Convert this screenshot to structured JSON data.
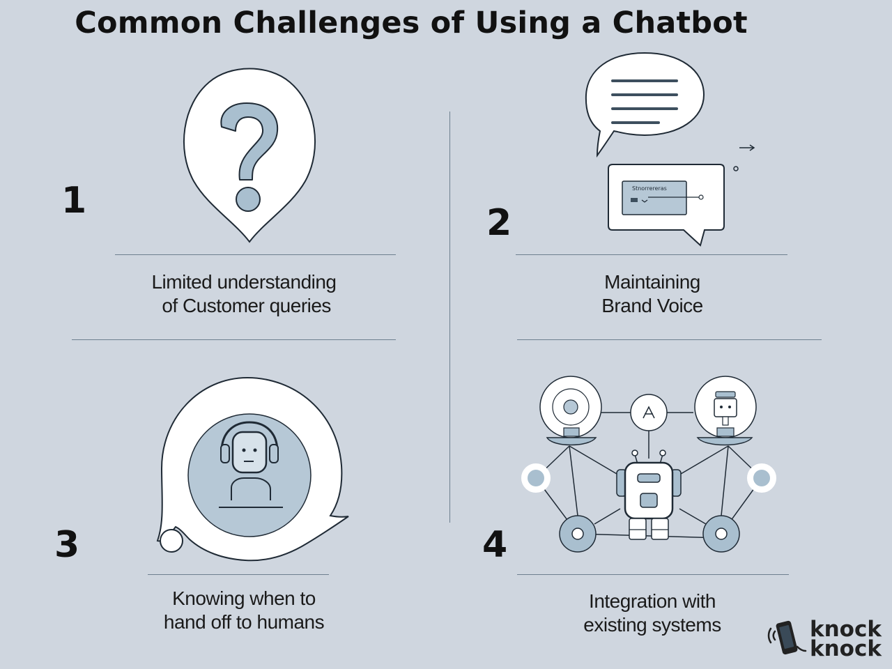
{
  "title": "Common Challenges of Using a Chatbot",
  "sections": [
    {
      "number": "1",
      "caption_lines": [
        "Limited understanding",
        " of Customer queries"
      ],
      "icon": "question-bubble-icon"
    },
    {
      "number": "2",
      "caption_lines": [
        "Maintaining",
        "Brand Voice"
      ],
      "icon": "chat-bubbles-icon",
      "mock_label": "Stnorrereras"
    },
    {
      "number": "3",
      "caption_lines": [
        "Knowing when to",
        "hand off to humans"
      ],
      "icon": "support-agent-icon"
    },
    {
      "number": "4",
      "caption_lines": [
        "Integration with",
        "existing systems"
      ],
      "icon": "robot-network-icon"
    }
  ],
  "brand": {
    "line1": "knock",
    "line2": "knock",
    "icon": "phone-logo-icon"
  },
  "colors": {
    "background": "#cfd6df",
    "accent": "#a9bfcf",
    "stroke": "#1f2a35",
    "divider": "#6d7f8f"
  }
}
